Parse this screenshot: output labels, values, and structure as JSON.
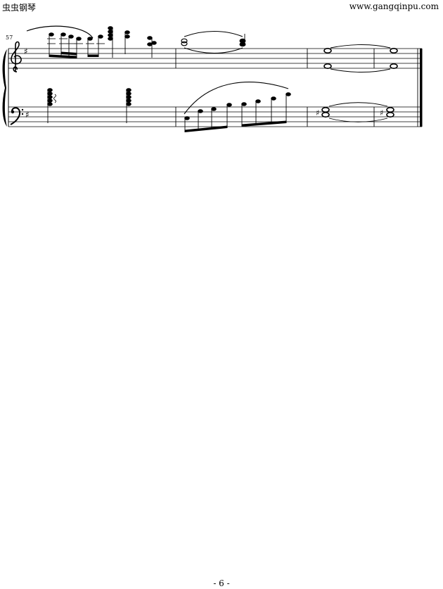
{
  "header": {
    "site_name": "虫虫钢琴",
    "site_url": "www.gangqinpu.com"
  },
  "score": {
    "measure_number": "57",
    "key_signature": "one sharp",
    "clefs": [
      "treble-clef",
      "bass-clef"
    ],
    "measures": 4
  },
  "footer": {
    "page_number": "- 6 -"
  }
}
